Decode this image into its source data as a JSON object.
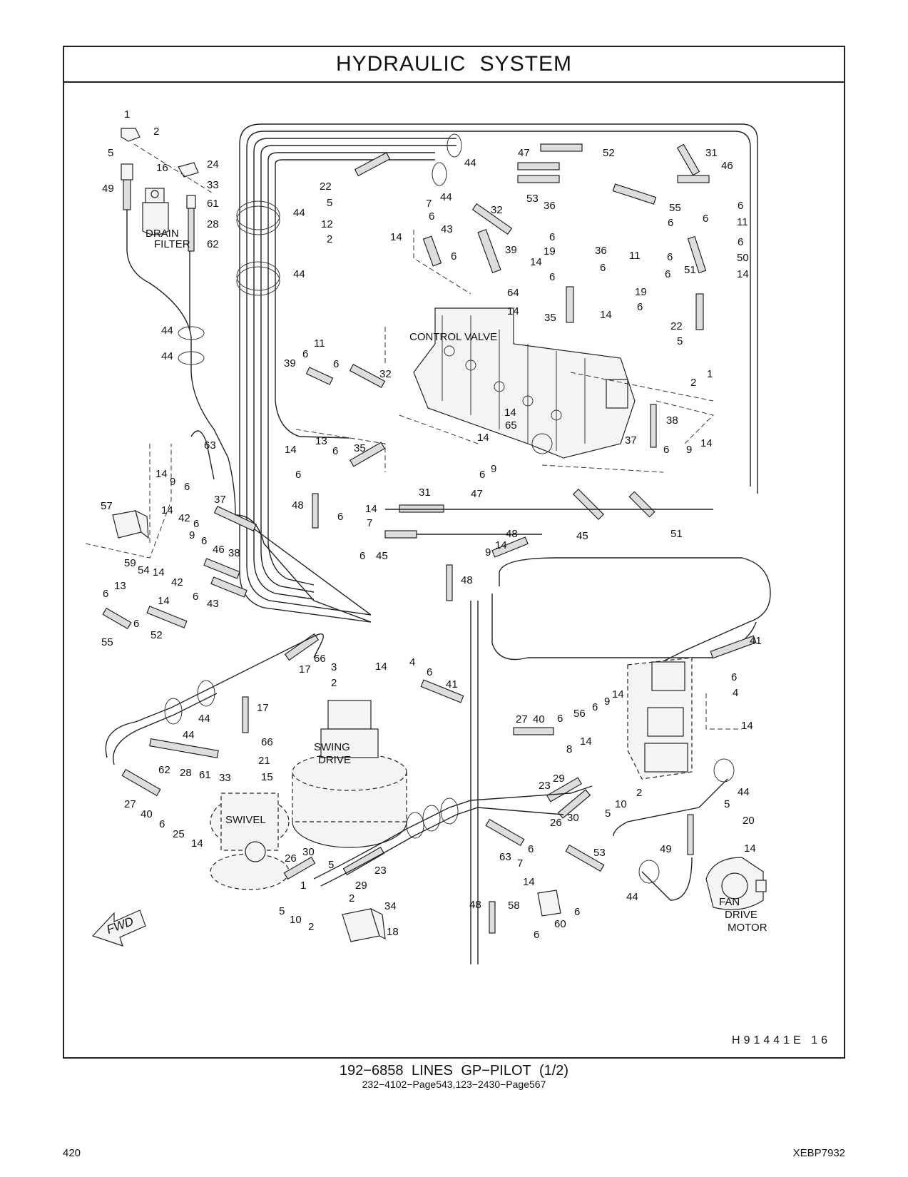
{
  "header": {
    "title": "HYDRAULIC   SYSTEM"
  },
  "labels": {
    "drain_filter_line1": "DRAIN",
    "drain_filter_line2": "FILTER",
    "control_valve": "CONTROL VALVE",
    "swing_drive_line1": "SWING",
    "swing_drive_line2": "DRIVE",
    "swivel": "SWIVEL",
    "fan_line1": "FAN",
    "fan_line2": "DRIVE",
    "fan_line3": "MOTOR",
    "fwd": "FWD"
  },
  "callouts": [
    "1",
    "2",
    "5",
    "24",
    "16",
    "33",
    "49",
    "61",
    "28",
    "62",
    "44",
    "44",
    "44",
    "44",
    "22",
    "5",
    "12",
    "2",
    "7",
    "6",
    "14",
    "43",
    "6",
    "32",
    "39",
    "47",
    "52",
    "53",
    "44",
    "44",
    "31",
    "46",
    "6",
    "6",
    "11",
    "6",
    "50",
    "14",
    "55",
    "6",
    "36",
    "6",
    "19",
    "14",
    "6",
    "36",
    "11",
    "6",
    "6",
    "51",
    "6",
    "19",
    "14",
    "6",
    "64",
    "14",
    "35",
    "22",
    "5",
    "1",
    "2",
    "11",
    "6",
    "6",
    "39",
    "32",
    "14",
    "65",
    "38",
    "37",
    "6",
    "9",
    "14",
    "14",
    "13",
    "6",
    "14",
    "6",
    "35",
    "6",
    "9",
    "47",
    "63",
    "14",
    "9",
    "6",
    "14",
    "42",
    "6",
    "9",
    "6",
    "57",
    "37",
    "38",
    "46",
    "59",
    "54",
    "14",
    "42",
    "6",
    "43",
    "31",
    "14",
    "7",
    "6",
    "45",
    "6",
    "9",
    "14",
    "48",
    "45",
    "48",
    "48",
    "13",
    "6",
    "14",
    "6",
    "52",
    "55",
    "51",
    "41",
    "66",
    "3",
    "17",
    "2",
    "14",
    "4",
    "6",
    "41",
    "44",
    "44",
    "17",
    "66",
    "21",
    "15",
    "62",
    "28",
    "61",
    "33",
    "27",
    "40",
    "6",
    "25",
    "14",
    "6",
    "27",
    "40",
    "6",
    "56",
    "14",
    "9",
    "14",
    "6",
    "4",
    "14",
    "8",
    "29",
    "23",
    "26",
    "30",
    "5",
    "10",
    "2",
    "44",
    "5",
    "20",
    "14",
    "49",
    "44",
    "26",
    "30",
    "5",
    "29",
    "23",
    "1",
    "2",
    "5",
    "10",
    "2",
    "34",
    "18",
    "63",
    "6",
    "7",
    "14",
    "53",
    "58",
    "6",
    "60",
    "6",
    "48"
  ],
  "footer": {
    "ref_code": "H91441E   16",
    "caption_main": "192−6858   LINES  GP−PILOT (1/2)",
    "caption_sub": "232−4102−Page543,123−2430−Page567",
    "page_number": "420",
    "document_code": "XEBP7932"
  }
}
